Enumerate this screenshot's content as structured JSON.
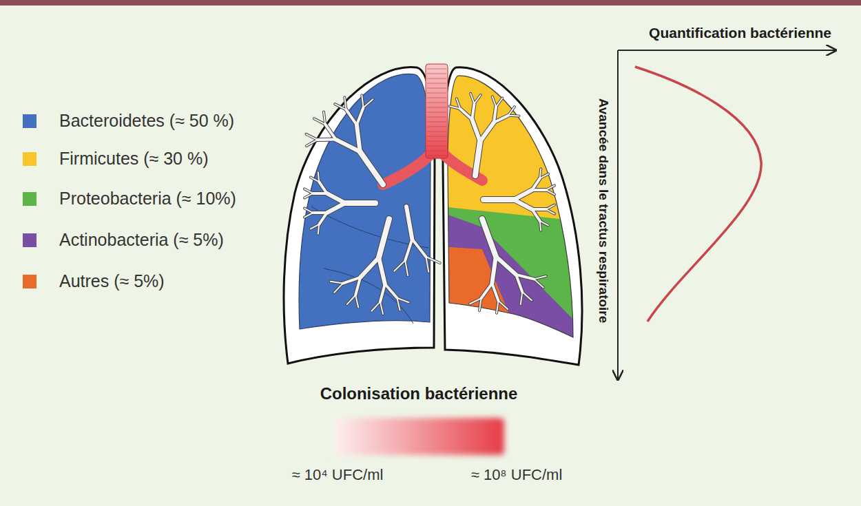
{
  "diagram": {
    "labels": [
      "Quantification bactérienne",
      "Avancée dans le tractus respiratoire",
      "Colonisation bactérienne",
      "≈ 10⁴ UFC/ml",
      "≈ 10⁸ UFC/ml"
    ],
    "legend": [
      {
        "text": "Bacteroidetes (≈ 50 %)",
        "color": "#4470c0"
      },
      {
        "text": "Firmicutes (≈ 30 %)",
        "color": "#f8c62a"
      },
      {
        "text": "Proteobacteria (≈ 10%)",
        "color": "#5bb548"
      },
      {
        "text": "Actinobacteria (≈ 5%)",
        "color": "#7a4ea4"
      },
      {
        "text": "Autres (≈ 5%)",
        "color": "#e96a2b"
      }
    ]
  }
}
